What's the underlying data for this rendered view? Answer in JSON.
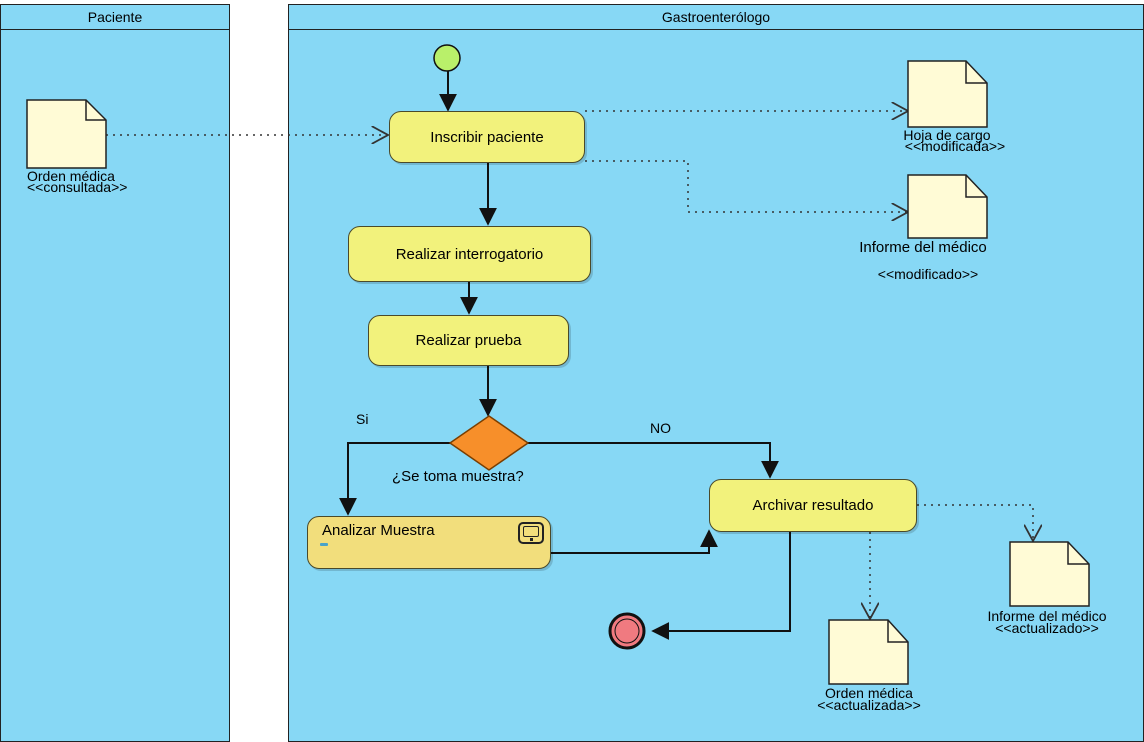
{
  "lanes": {
    "left": {
      "title": "Paciente"
    },
    "right": {
      "title": "Gastroenterólogo"
    }
  },
  "actions": {
    "inscribir": "Inscribir paciente",
    "interrogatorio": "Realizar interrogatorio",
    "prueba": "Realizar prueba",
    "analizar": "Analizar Muestra",
    "archivar": "Archivar resultado"
  },
  "decision": {
    "question": "¿Se toma muestra?",
    "yes": "Si",
    "no": "NO"
  },
  "objects": {
    "orden_consultada": {
      "name": "Orden médica",
      "state": "<<consultada>>"
    },
    "hoja_cargo": {
      "name": "Hoja de cargo",
      "state": "<<modificada>>"
    },
    "informe_modificado": {
      "name": "Informe del médico",
      "state": "<<modificado>>"
    },
    "informe_actualizado": {
      "name": "Informe del médico",
      "state": "<<actualizado>>"
    },
    "orden_actualizada": {
      "name": "Orden médica",
      "state": "<<actualizada>>"
    }
  },
  "colors": {
    "lane": "#87d8f5",
    "action": "#f2f27c",
    "subactivity": "#f2de7c",
    "start": "#b9f06a",
    "end": "#f07a80",
    "decision": "#f78f2a",
    "document": "#fffbd6"
  }
}
